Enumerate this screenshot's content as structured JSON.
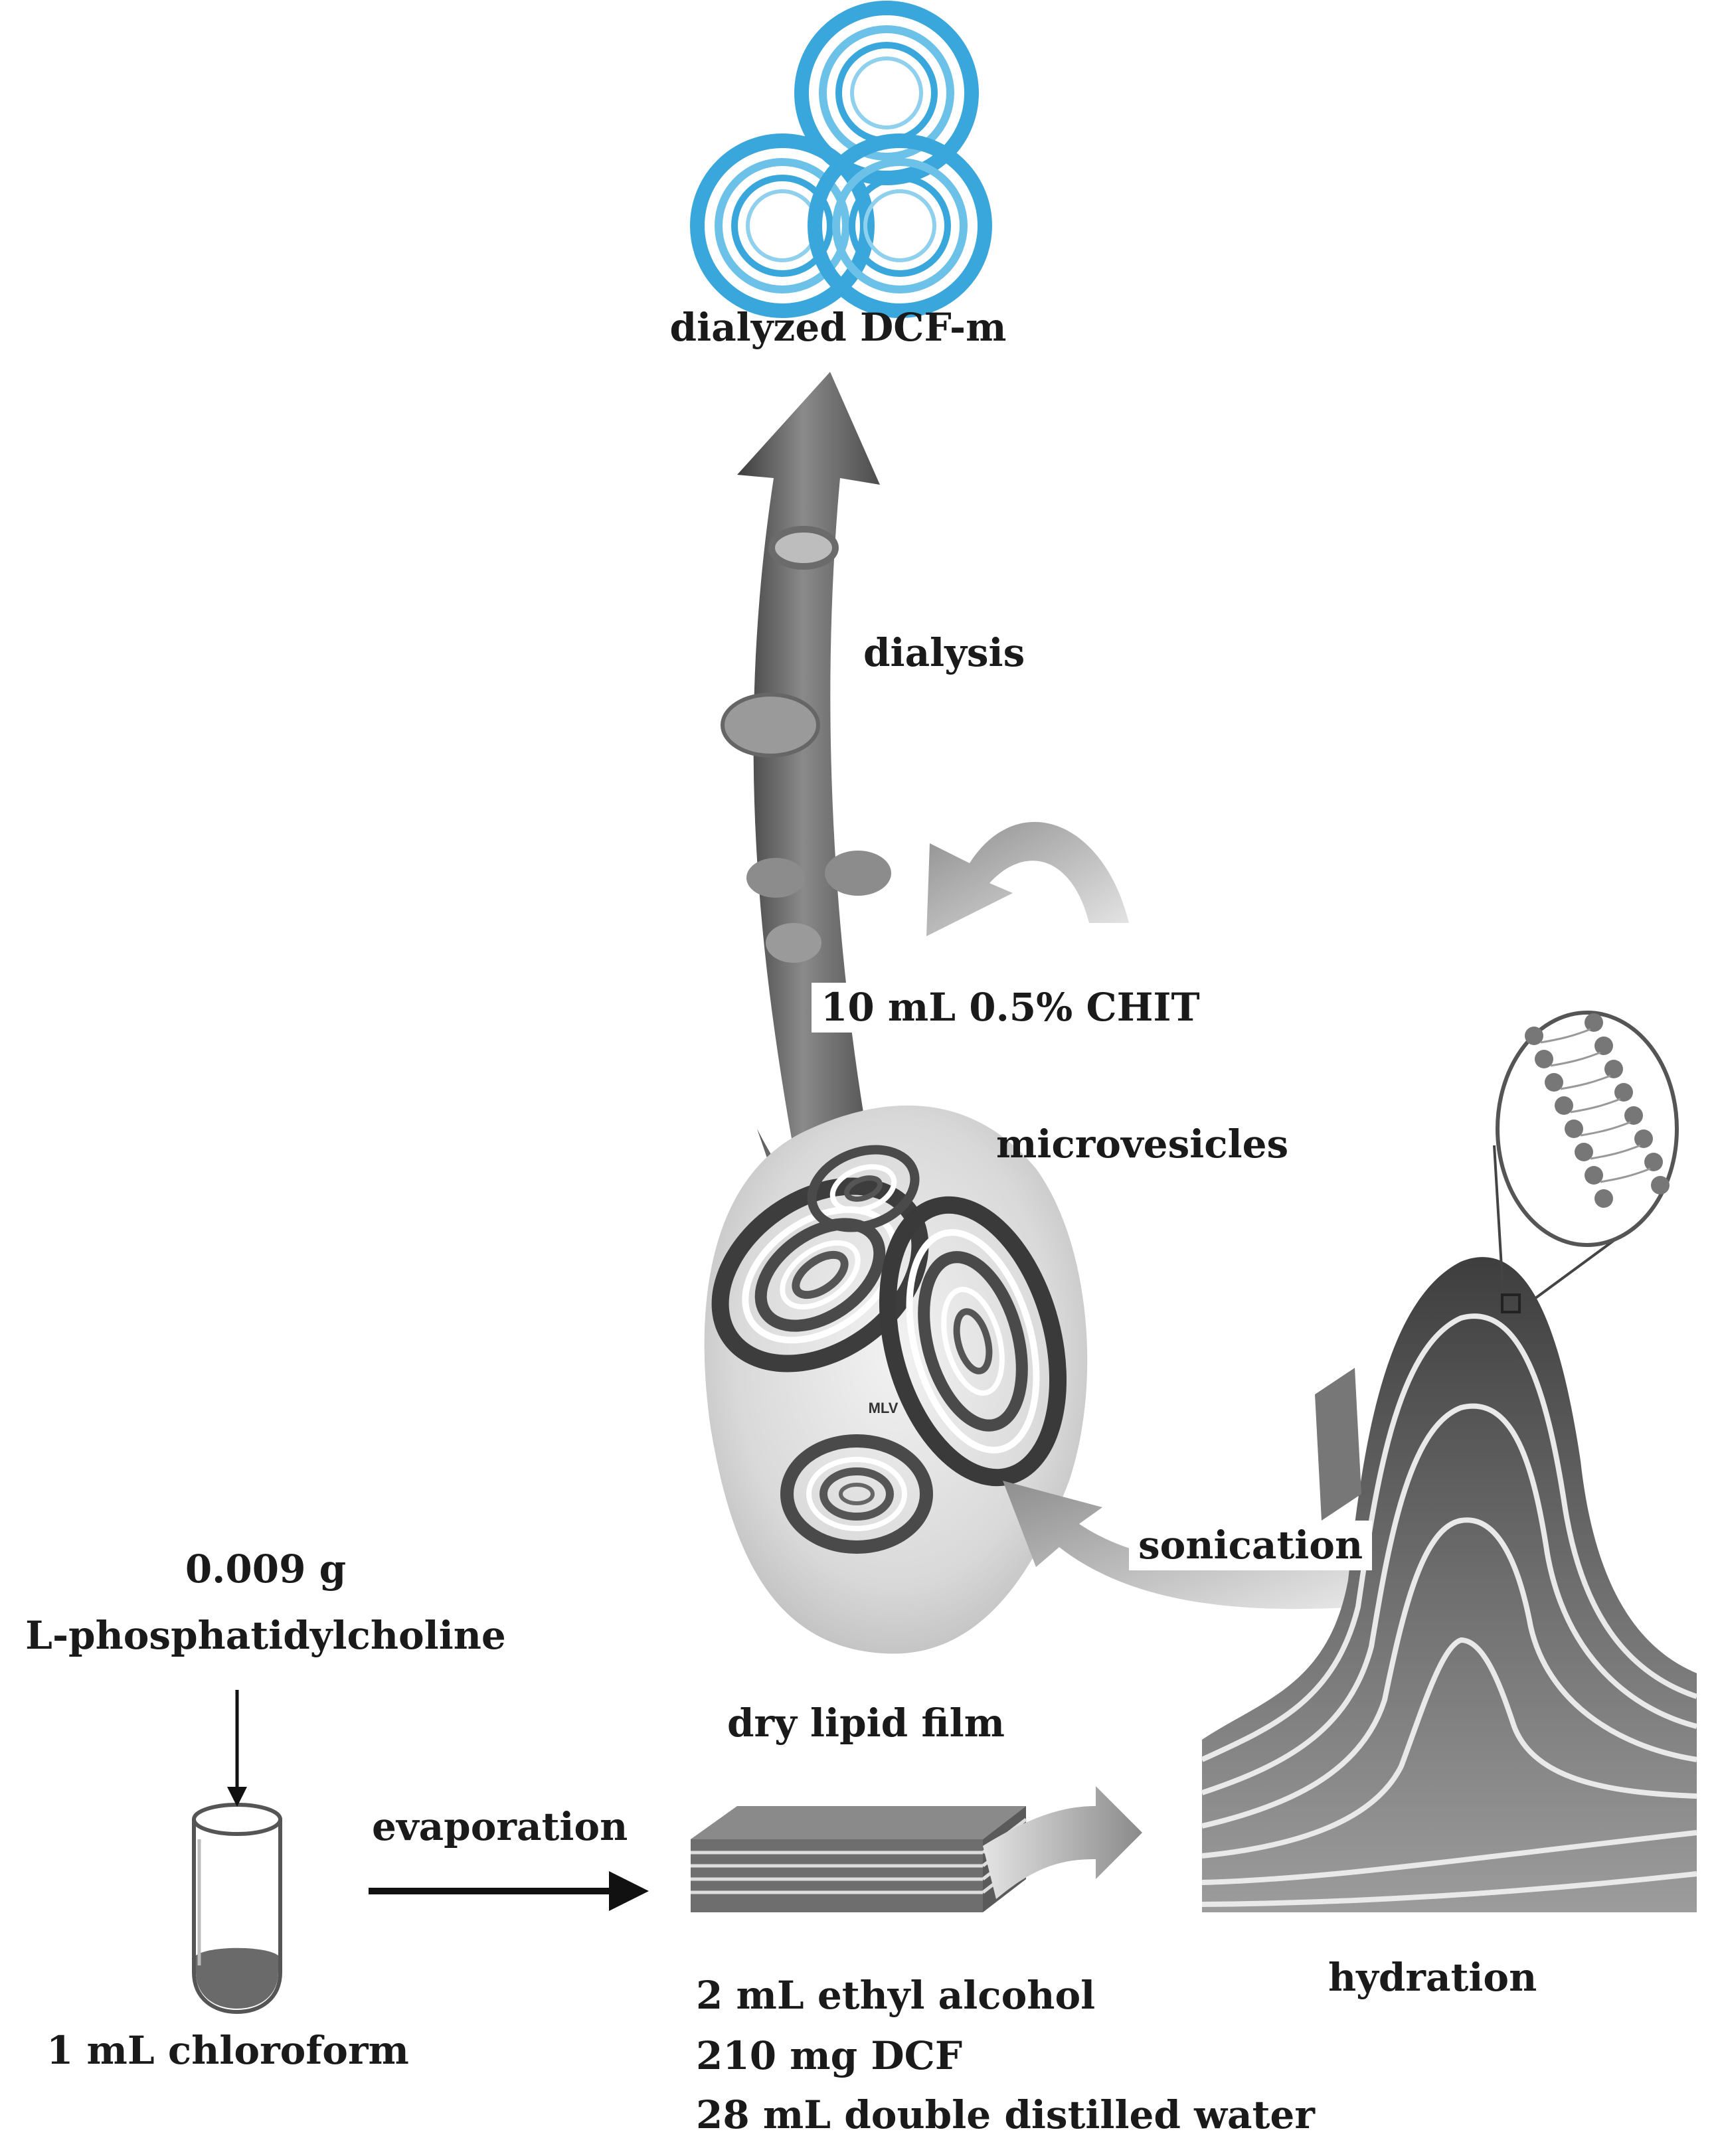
{
  "diagram": {
    "top_product": "dialyzed DCF-m",
    "steps": {
      "dialysis": "dialysis",
      "chitosan": "10 mL 0.5% CHIT",
      "microvesicles": "microvesicles",
      "sonication": "sonication",
      "dry_film": "dry lipid film",
      "evaporation": "evaporation",
      "hydration": "hydration"
    },
    "starting_material": {
      "amount": "0.009 g",
      "name": "L-phosphatidylcholine",
      "solvent": "1 mL chloroform"
    },
    "hydration_media": [
      "2 mL ethyl alcohol",
      "210 mg DCF",
      "28 mL double distilled water"
    ],
    "mlv_tag": "MLV",
    "colors": {
      "product_rings": "#3aa7dc",
      "gray_dark": "#555555",
      "gray_light": "#d6d6d6",
      "arrow_black": "#111111"
    }
  }
}
